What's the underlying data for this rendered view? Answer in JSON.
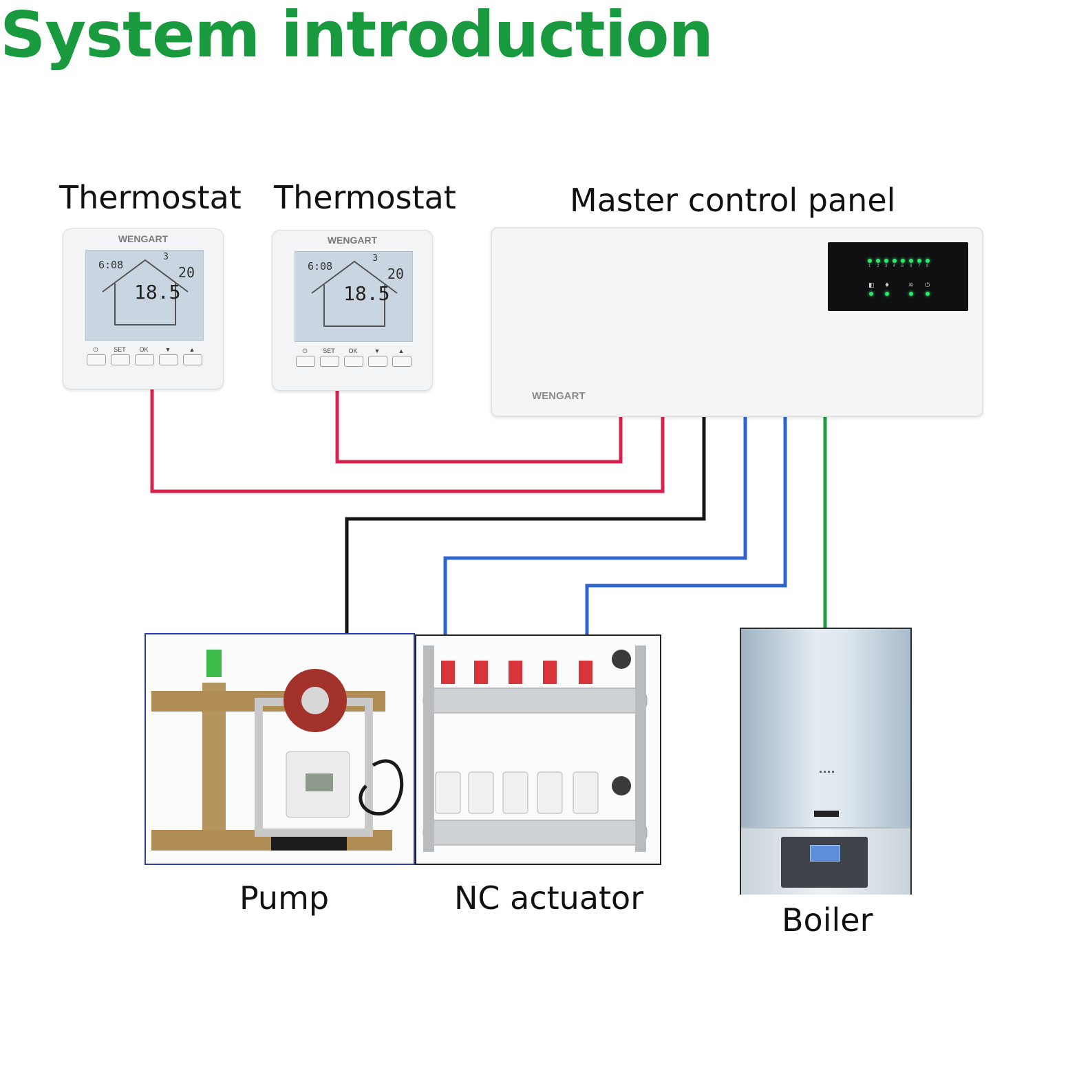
{
  "title": "System introduction",
  "labels": {
    "thermostat_1": "Thermostat",
    "thermostat_2": "Thermostat",
    "master_panel": "Master control panel",
    "pump": "Pump",
    "nc_actuator": "NC actuator",
    "boiler": "Boiler"
  },
  "thermostat": {
    "brand": "WENGART",
    "time": "6:08",
    "day": "3",
    "set_temp": "20",
    "room_temp": "18.5",
    "buttons": [
      "⏻",
      "SET",
      "OK",
      "▼",
      "▲"
    ]
  },
  "panel": {
    "brand": "WENGART",
    "zone_numbers": [
      "1",
      "2",
      "3",
      "4",
      "5",
      "6",
      "7",
      "8"
    ]
  },
  "wire_colors": {
    "thermostat": "#d8234f",
    "pump": "#141414",
    "actuator": "#2f64c8",
    "boiler": "#1f9a44"
  },
  "colors": {
    "title": "#1a9a3e",
    "led": "#2ee86a"
  }
}
